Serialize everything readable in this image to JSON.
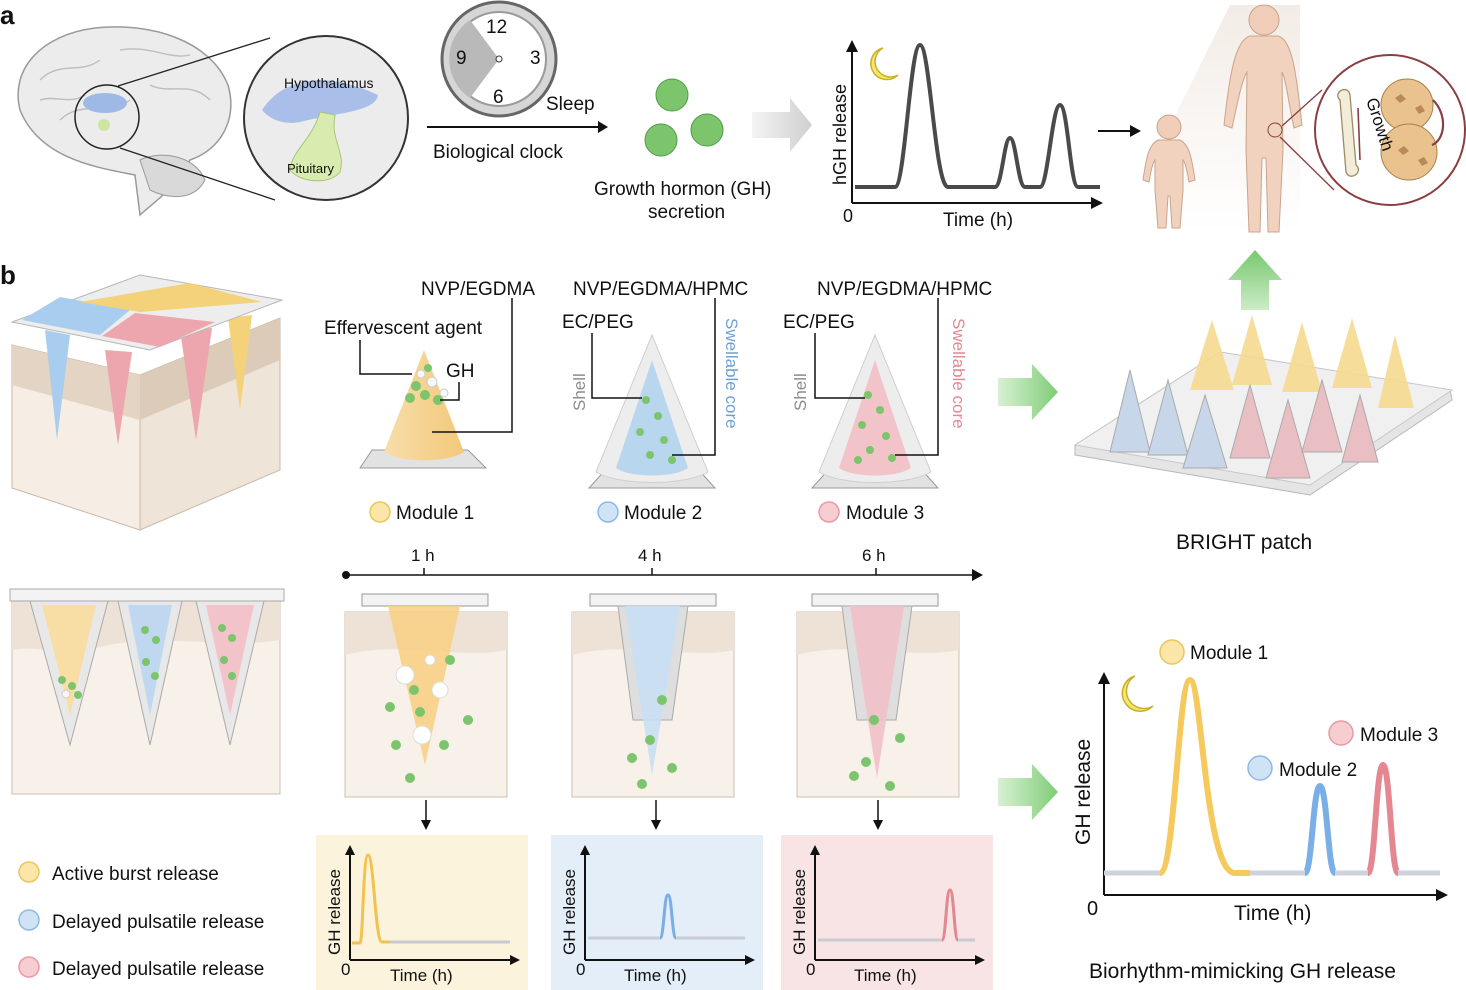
{
  "panel_a": {
    "label": "a",
    "hypothalamus": "Hypothalamus",
    "pituitary": "Pituitary",
    "clock": {
      "n12": "12",
      "n3": "3",
      "n6": "6",
      "n9": "9",
      "sleep": "Sleep"
    },
    "biological_clock": "Biological clock",
    "gh_line1": "Growth hormon (GH)",
    "gh_line2": "secretion",
    "chart_ylabel": "hGH release",
    "chart_xlabel": "Time (h)",
    "chart_origin": "0",
    "growth": "Growth"
  },
  "panel_b": {
    "label": "b",
    "module1": {
      "material": "NVP/EGDMA",
      "agent": "Effervescent agent",
      "gh": "GH",
      "name": "Module 1"
    },
    "module2": {
      "material": "NVP/EGDMA/HPMC",
      "shell_mat": "EC/PEG",
      "shell": "Shell",
      "core": "Swellable core",
      "name": "Module 2"
    },
    "module3": {
      "material": "NVP/EGDMA/HPMC",
      "shell_mat": "EC/PEG",
      "shell": "Shell",
      "core": "Swellable core",
      "name": "Module 3"
    },
    "patch_label": "BRIGHT patch",
    "timeline": [
      "1 h",
      "4 h",
      "6 h"
    ],
    "legend": [
      {
        "label": "Active burst release",
        "color": "#f3d27a"
      },
      {
        "label": "Delayed pulsatile release",
        "color": "#a9cdee"
      },
      {
        "label": "Delayed pulsatile release",
        "color": "#eda6ad"
      }
    ],
    "mini_ylabel": "GH release",
    "mini_xlabel": "Time (h)",
    "mini_origin": "0",
    "big": {
      "ylabel": "GH release",
      "xlabel": "Time (h)",
      "origin": "0",
      "m1": "Module 1",
      "m2": "Module 2",
      "m3": "Module 3",
      "caption": "Biorhythm-mimicking GH release"
    }
  },
  "colors": {
    "yellow": "#f3c24e",
    "blue": "#79aee6",
    "red": "#e58791",
    "green": "#79c36a",
    "arrow_green": "#8fd18a"
  }
}
